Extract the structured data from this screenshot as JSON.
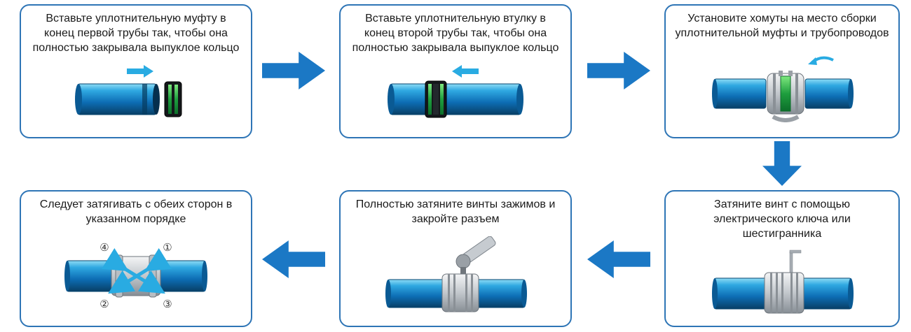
{
  "steps": [
    {
      "text": "Вставьте уплотнительную муфту в конец первой трубы так, чтобы она полностью закрывала выпуклое кольцо"
    },
    {
      "text": "Вставьте уплотнительную втулку в конец второй трубы так, чтобы она полностью закрывала выпуклое кольцо"
    },
    {
      "text": "Установите хомуты на место сборки уплотнительной муфты и трубопроводов"
    },
    {
      "text": "Затяните винт с помощью электрического ключа или шестигранника"
    },
    {
      "text": "Полностью затяните винты зажимов и закройте разъем"
    },
    {
      "text": "Следует затягивать с обеих сторон в указанном порядке"
    }
  ],
  "order_labels": {
    "top_left": "④",
    "top_right": "①",
    "bottom_left": "②",
    "bottom_right": "③"
  },
  "colors": {
    "box_border": "#2e75b6",
    "flow_arrow": "#1b78c5",
    "accent_cyan": "#29abe2",
    "pipe_blue": "#0d6db4",
    "seal_green": "#1e9e3e",
    "metal_gray": "#c2c7cc"
  }
}
